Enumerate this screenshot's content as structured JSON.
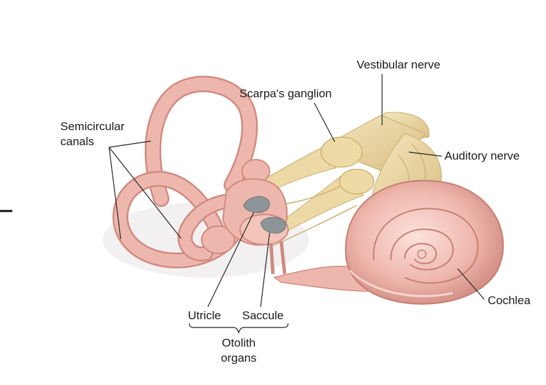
{
  "labels": {
    "vestibular_nerve": "Vestibular nerve",
    "scarpas_ganglion": "Scarpa's ganglion",
    "semicircular_line1": "Semicircular",
    "semicircular_line2": "canals",
    "auditory_nerve": "Auditory nerve",
    "cochlea": "Cochlea",
    "utricle": "Utricle",
    "saccule": "Saccule",
    "otolith_line1": "Otolith",
    "otolith_line2": "organs"
  },
  "colors": {
    "labyrinth": "#eeb7ad",
    "labyrinth_shade": "#cf8a80",
    "labyrinth_highlight": "#fbe2dc",
    "nerve": "#ecd9a6",
    "nerve_shade": "#cbb173",
    "otolith_patch": "#8e9599",
    "leader_line": "#222222"
  }
}
